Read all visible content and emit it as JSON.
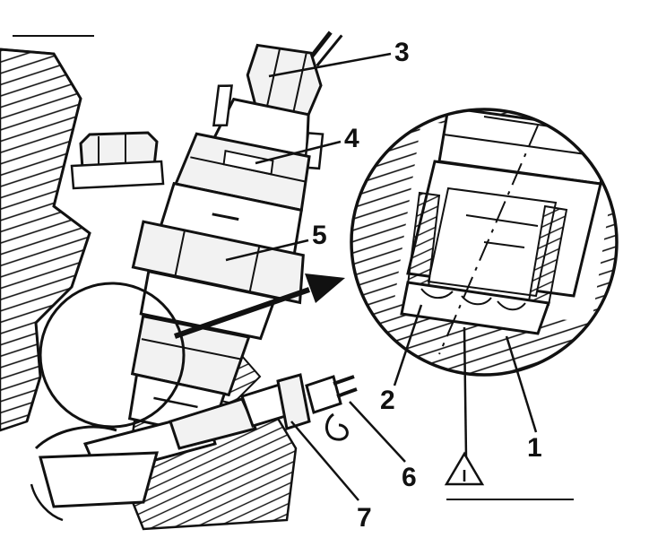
{
  "callouts": {
    "c1": "1",
    "c2": "2",
    "c3": "3",
    "c4": "4",
    "c5": "5",
    "c6": "6",
    "c7": "7",
    "ref_mark": "I"
  },
  "colors": {
    "ink": "#111111",
    "paper": "#ffffff",
    "fill": "#f2f2f2"
  }
}
